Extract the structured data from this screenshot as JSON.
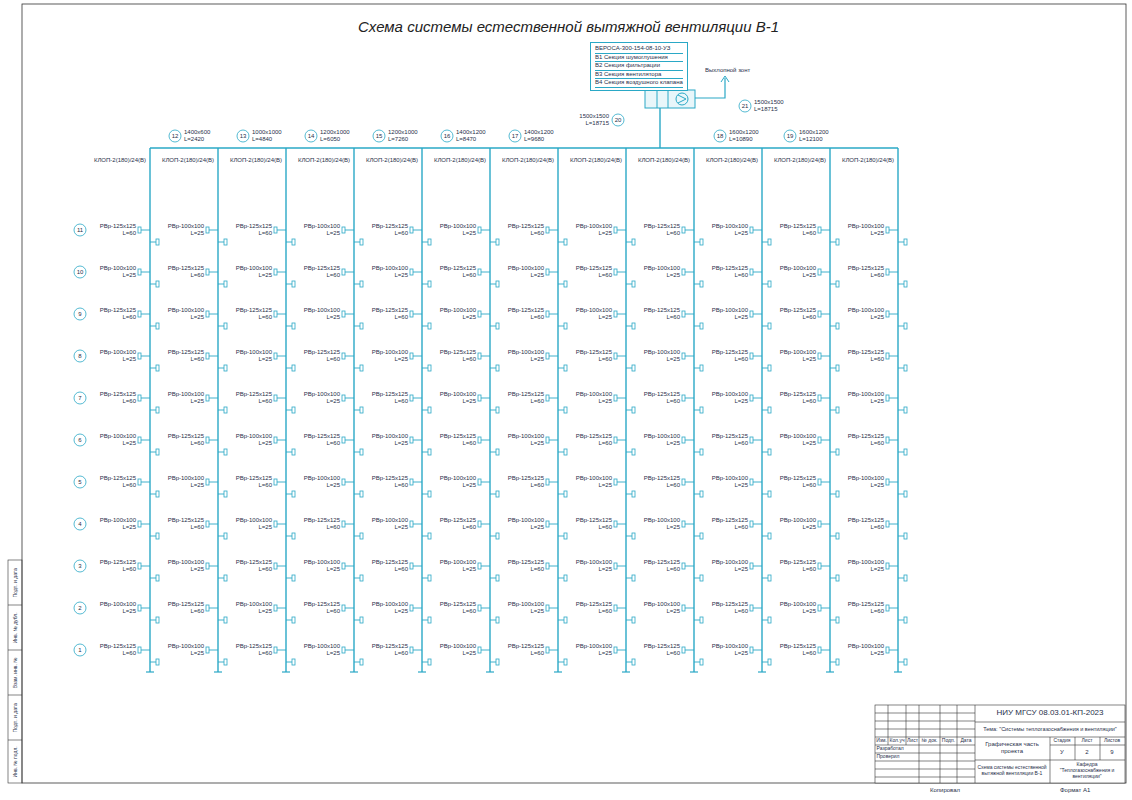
{
  "diagram": {
    "title": "Схема системы естественной вытяжной вентиляции В-1",
    "nodes": [
      {
        "text": [
          "ВЕРОСА-300-154-08-10-УЗ",
          "В1 Секция шумоглушения",
          "В2 Секция фильтрации",
          "В3 Секция вентилятора",
          "В4 Секция воздушного клапана"
        ]
      }
    ],
    "labels": [
      "Выхлопной зонт",
      "НИУ МГСУ 08.03.01-КП-2023",
      "Тема: \"Системы теплогазоснабжения и вентиляции\"",
      "Графическая часть проекта",
      "Стадия",
      "Лист",
      "Листов",
      "У",
      "2",
      "9",
      "Схема системы естественной вытяжной вентиляции В-1",
      "Кафедра \"Теплогазоснабжения и вентиляции\"",
      "Изм.",
      "Кол.уч",
      "Лист",
      "№ док.",
      "Подп.",
      "Дата",
      "Разработал",
      "Проверил",
      "Копировал",
      "Формат А1",
      "Инв. № подл.",
      "Подп. и дата",
      "Взам. инв. №",
      "Инв. № дубл.",
      "Подп. и дата",
      "1",
      "2",
      "3",
      "4",
      "5",
      "6",
      "7",
      "8",
      "9",
      "10",
      "11",
      "12",
      "13",
      "14",
      "15",
      "16",
      "17",
      "18",
      "19",
      "20",
      "21",
      "1400х600 L=2420",
      "1000х1000 L=4840",
      "1200х1000 L=6050",
      "1200х1000 L=7260",
      "1400х1200 L=8470",
      "1400х1200 L=9680",
      "1600х1200 L=10890",
      "1600х1200 L=12100",
      "1500х1500 L=18715",
      "1500х1500 L=18715",
      "КЛОП-2(180)/24(В)",
      "КЛОП-2(180)/24(В)",
      "КЛОП-2(180)/24(В)",
      "КЛОП-2(180)/24(В)",
      "КЛОП-2(180)/24(В)",
      "КЛОП-2(180)/24(В)",
      "КЛОП-2(180)/24(В)",
      "КЛОП-2(180)/24(В)",
      "КЛОП-2(180)/24(В)",
      "КЛОП-2(180)/24(В)",
      "КЛОП-2(180)/24(В)",
      "КЛОП-2(180)/24(В)",
      "РВр-125х125 L=60",
      "РВр-100х100 L=25",
      "РВр-125х125 L=60",
      "РВр-100х100 L=25",
      "РВр-125х125 L=60",
      "РВр-100х100 L=25",
      "РВр-125х125 L=60",
      "РВр-100х100 L=25",
      "РВр-125х125 L=60",
      "РВр-100х100 L=25",
      "РВр-125х125 L=60",
      "РВр-100х100 L=25",
      "РВр-125х125 L=60",
      "РВр-100х100 L=25",
      "РВр-125х125 L=60",
      "РВр-100х100 L=25",
      "РВр-125х125 L=60",
      "РВр-100х100 L=25",
      "РВр-125х125 L=60",
      "РВр-100х100 L=25",
      "РВр-125х125 L=60",
      "РВр-100х100 L=25",
      "РВр-125х125 L=60",
      "РВр-100х100 L=25",
      "РВр-125х125 L=60",
      "РВр-100х100 L=25",
      "РВр-125х125 L=60",
      "РВр-100х100 L=25",
      "РВр-125х125 L=60",
      "РВр-100х100 L=25",
      "РВр-125х125 L=60",
      "РВр-100х100 L=25",
      "РВр-125х125 L=60",
      "РВр-100х100 L=25",
      "РВр-125х125 L=60",
      "РВр-100х100 L=25",
      "РВр-125х125 L=60",
      "РВр-100х100 L=25",
      "РВр-125х125 L=60",
      "РВр-100х100 L=25",
      "РВр-125х125 L=60",
      "РВр-100х100 L=25",
      "РВр-125х125 L=60",
      "РВр-100х100 L=25",
      "РВр-125х125 L=60",
      "РВр-100х100 L=25",
      "РВр-125х125 L=60",
      "РВр-100х100 L=25",
      "РВр-125х125 L=60",
      "РВр-100х100 L=25",
      "РВр-125х125 L=60",
      "РВр-100х100 L=25",
      "РВр-125х125 L=60",
      "РВр-100х100 L=25",
      "РВр-125х125 L=60",
      "РВр-100х100 L=25",
      "РВр-125х125 L=60",
      "РВр-100х100 L=25",
      "РВр-125х125 L=60",
      "РВр-100х100 L=25",
      "РВр-125х125 L=60",
      "РВр-100х100 L=25",
      "РВр-125х125 L=60",
      "РВр-100х100 L=25",
      "РВр-125х125 L=60",
      "РВр-100х100 L=25",
      "РВр-125х125 L=60",
      "РВр-100х100 L=25",
      "РВр-125х125 L=60",
      "РВр-100х100 L=25",
      "РВр-125х125 L=60",
      "РВр-100х100 L=25",
      "РВр-125х125 L=60",
      "РВр-100х100 L=25",
      "РВр-125х125 L=60",
      "РВр-100х100 L=25",
      "РВр-125х125 L=60",
      "РВр-100х100 L=25",
      "РВр-125х125 L=60",
      "РВр-100х100 L=25",
      "РВр-125х125 L=60",
      "РВр-100х100 L=25",
      "РВр-125х125 L=60",
      "РВр-100х100 L=25",
      "РВр-125х125 L=60",
      "РВр-100х100 L=25",
      "РВр-125х125 L=60",
      "РВр-100х100 L=25",
      "РВр-125х125 L=60",
      "РВр-100х100 L=25",
      "РВр-125х125 L=60",
      "РВр-100х100 L=25",
      "РВр-125х125 L=60",
      "РВр-100х100 L=25",
      "РВр-125х125 L=60",
      "РВр-100х100 L=25",
      "РВр-125х125 L=60",
      "РВр-100х100 L=25",
      "РВр-125х125 L=60",
      "РВр-100х100 L=25",
      "РВр-125х125 L=60",
      "РВр-100х100 L=25",
      "РВр-125х125 L=60",
      "РВр-100х100 L=25",
      "РВр-125х125 L=60",
      "РВр-100х100 L=25",
      "РВр-125х125 L=60",
      "РВр-100х100 L=25",
      "РВр-125х125 L=60",
      "РВр-100х100 L=25",
      "РВр-125х125 L=60",
      "РВр-100х100 L=25",
      "РВр-125х125 L=60",
      "РВр-100х100 L=25",
      "РВр-125х125 L=60",
      "РВр-100х100 L=25",
      "РВр-125х125 L=60",
      "РВр-100х100 L=25",
      "РВр-125х125 L=60",
      "РВр-100х100 L=25",
      "РВр-125х125 L=60",
      "РВр-100х100 L=25",
      "РВр-125х125 L=60",
      "РВр-100х100 L=25",
      "РВр-125х125 L=60",
      "РВр-100х100 L=25",
      "РВр-125х125 L=60",
      "РВр-100х100 L=25",
      "РВр-125х125 L=60",
      "РВр-100х100 L=25",
      "РВр-125х125 L=60",
      "РВр-100х100 L=25"
    ]
  }
}
